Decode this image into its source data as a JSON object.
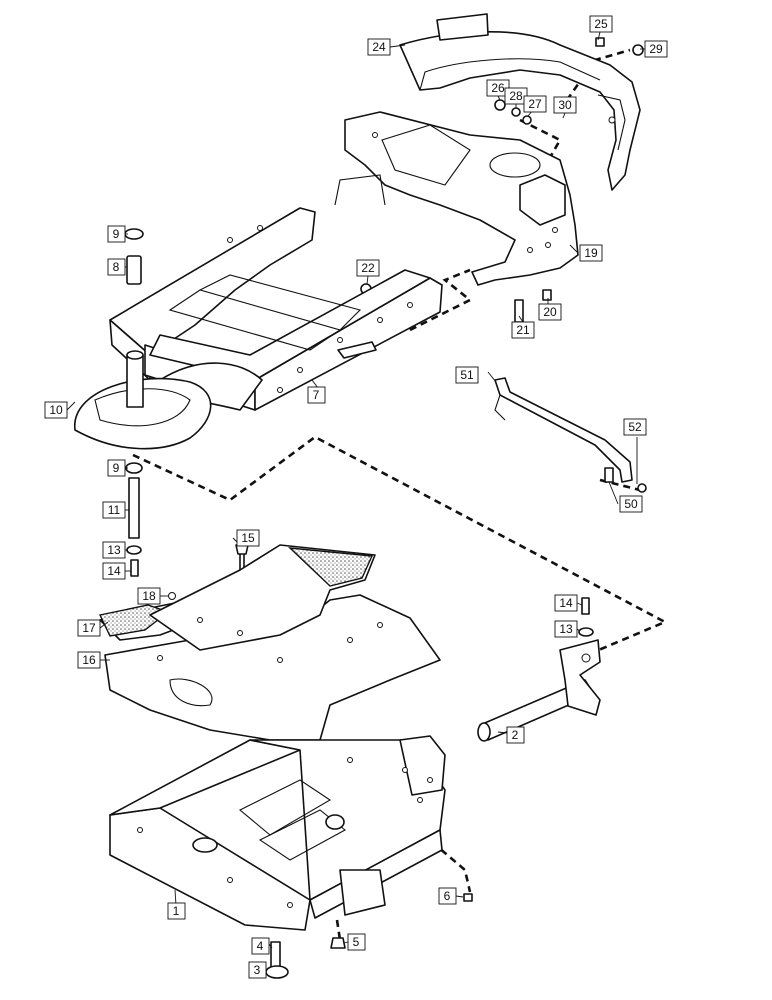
{
  "callouts": {
    "c1": "1",
    "c2": "2",
    "c3": "3",
    "c4": "4",
    "c5": "5",
    "c6": "6",
    "c7": "7",
    "c8": "8",
    "c9a": "9",
    "c9b": "9",
    "c10": "10",
    "c11": "11",
    "c13a": "13",
    "c13b": "13",
    "c14a": "14",
    "c14b": "14",
    "c15": "15",
    "c16": "16",
    "c17": "17",
    "c18": "18",
    "c19": "19",
    "c20": "20",
    "c21": "21",
    "c22": "22",
    "c24": "24",
    "c25": "25",
    "c26": "26",
    "c27": "27",
    "c28": "28",
    "c29": "29",
    "c30": "30",
    "c50": "50",
    "c51": "51",
    "c52": "52"
  }
}
